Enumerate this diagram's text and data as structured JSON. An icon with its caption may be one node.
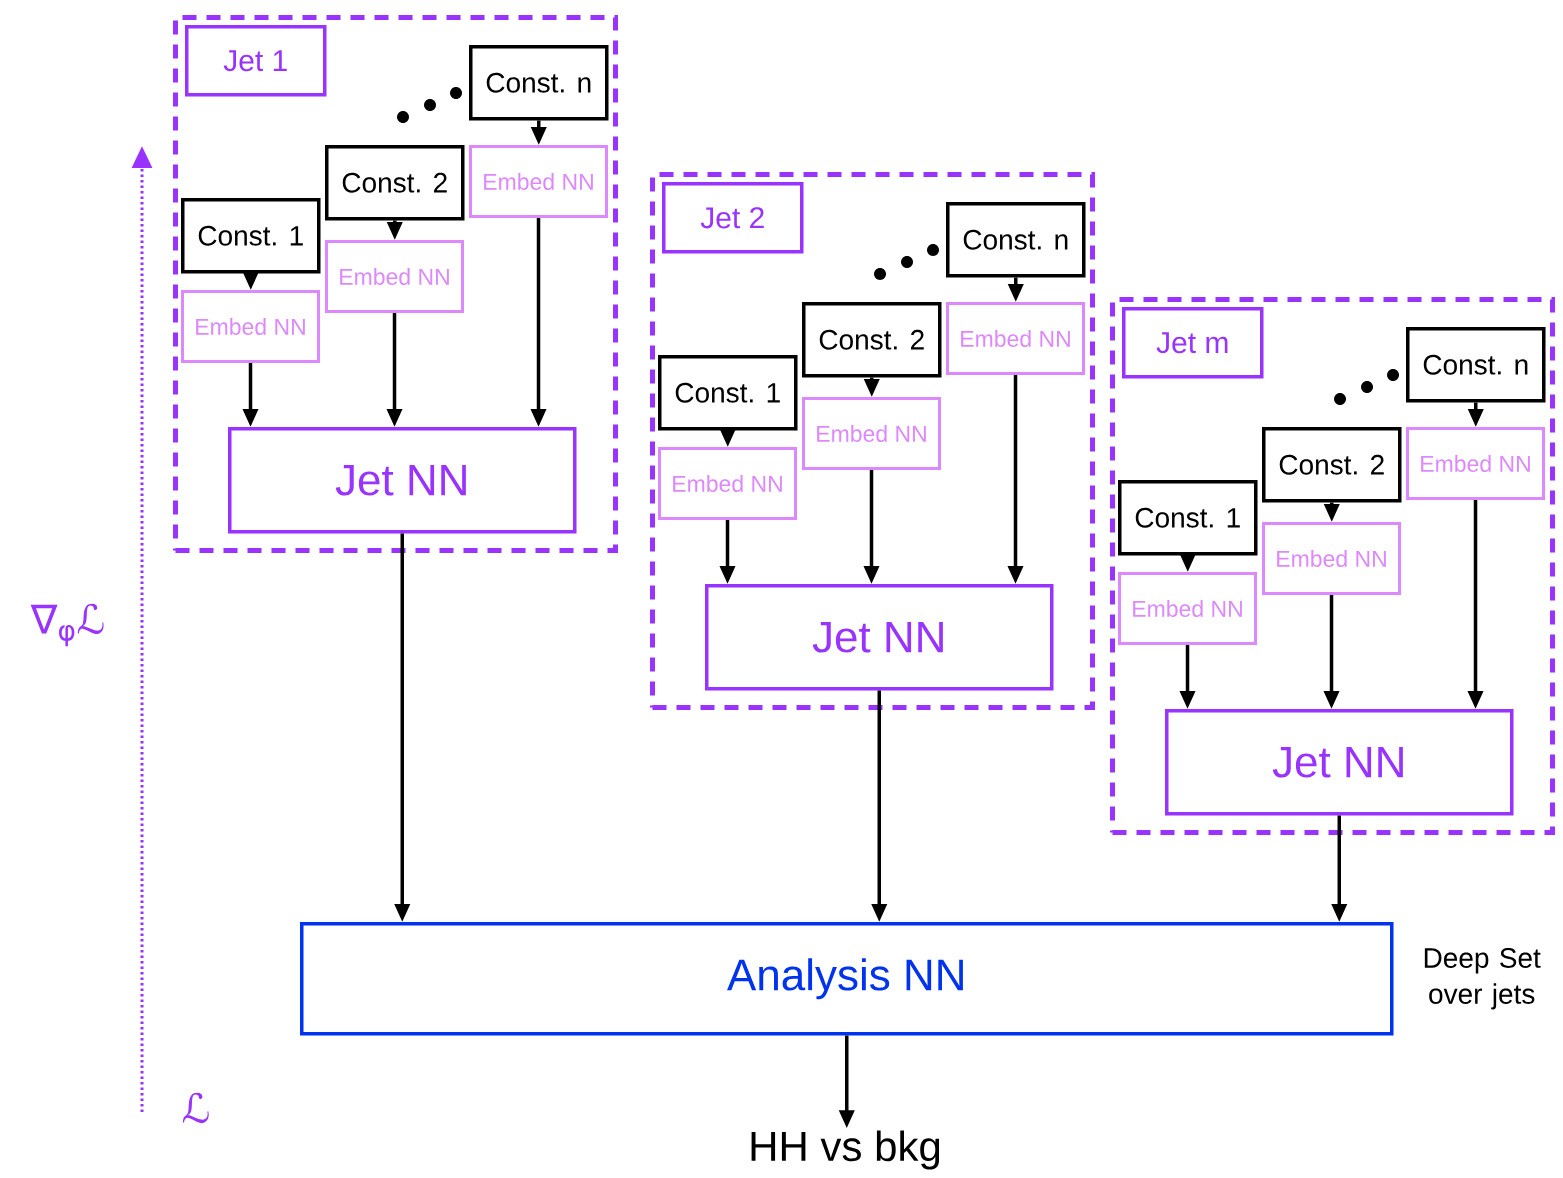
{
  "diagram": {
    "nodes": [
      {
        "text": [],
        "shape": "box"
      },
      {
        "text": [
          "Jet 1"
        ],
        "in": 0
      },
      {
        "text": [
          "Const. n"
        ],
        "in": 0
      },
      {
        "text": [
          "Embed NN"
        ],
        "in": 0
      },
      {
        "text": [
          "Const. 2"
        ],
        "in": 0
      },
      {
        "text": [
          "Embed NN"
        ],
        "in": 0
      },
      {
        "text": [
          "Const. 1"
        ],
        "in": 0
      },
      {
        "text": [
          "Embed NN"
        ],
        "in": 0
      },
      {
        "text": [
          "Jet NN"
        ],
        "in": 0
      },
      {
        "text": [],
        "shape": "box"
      },
      {
        "text": [
          "Jet 2"
        ],
        "in": 9
      },
      {
        "text": [
          "Const. n"
        ],
        "in": 9
      },
      {
        "text": [
          "Embed NN"
        ],
        "in": 9
      },
      {
        "text": [
          "Const. 2"
        ],
        "in": 9
      },
      {
        "text": [
          "Embed NN"
        ],
        "in": 9
      },
      {
        "text": [
          "Const. 1"
        ],
        "in": 9
      },
      {
        "text": [
          "Embed NN"
        ],
        "in": 9
      },
      {
        "text": [
          "Jet NN"
        ],
        "in": 9
      },
      {
        "text": [],
        "shape": "box"
      },
      {
        "text": [
          "Jet m"
        ],
        "in": 18
      },
      {
        "text": [
          "Const. n"
        ],
        "in": 18
      },
      {
        "text": [
          "Embed NN"
        ],
        "in": 18
      },
      {
        "text": [
          "Const. 2"
        ],
        "in": 18
      },
      {
        "text": [
          "Embed NN"
        ],
        "in": 18
      },
      {
        "text": [
          "Const. 1"
        ],
        "in": 18
      },
      {
        "text": [
          "Embed NN"
        ],
        "in": 18
      },
      {
        "text": [
          "Jet NN"
        ],
        "in": 18
      },
      {
        "text": [
          "Analysis NN"
        ],
        "beside": [
          "Deep Set over jets"
        ]
      },
      {
        "text": [
          "HH vs bkg"
        ]
      }
    ],
    "edges": [
      {
        "from": 2,
        "to": 3,
        "arrow": "to"
      },
      {
        "from": 4,
        "to": 5,
        "arrow": "to"
      },
      {
        "from": 6,
        "to": 7,
        "arrow": "to"
      },
      {
        "from": 3,
        "to": 8,
        "arrow": "to"
      },
      {
        "from": 5,
        "to": 8,
        "arrow": "to"
      },
      {
        "from": 7,
        "to": 8,
        "arrow": "to"
      },
      {
        "from": 11,
        "to": 12,
        "arrow": "to"
      },
      {
        "from": 13,
        "to": 14,
        "arrow": "to"
      },
      {
        "from": 15,
        "to": 16,
        "arrow": "to"
      },
      {
        "from": 12,
        "to": 17,
        "arrow": "to"
      },
      {
        "from": 14,
        "to": 17,
        "arrow": "to"
      },
      {
        "from": 16,
        "to": 17,
        "arrow": "to"
      },
      {
        "from": 20,
        "to": 21,
        "arrow": "to"
      },
      {
        "from": 22,
        "to": 23,
        "arrow": "to"
      },
      {
        "from": 24,
        "to": 25,
        "arrow": "to"
      },
      {
        "from": 21,
        "to": 26,
        "arrow": "to"
      },
      {
        "from": 23,
        "to": 26,
        "arrow": "to"
      },
      {
        "from": 25,
        "to": 26,
        "arrow": "to"
      },
      {
        "from": 8,
        "to": 27,
        "arrow": "to"
      },
      {
        "from": 17,
        "to": 27,
        "arrow": "to"
      },
      {
        "from": 26,
        "to": 27,
        "arrow": "to"
      },
      {
        "from": 27,
        "to": 28,
        "arrow": "to"
      }
    ],
    "labels": [
      "∇$_{φ}$ℒ",
      "ℒ"
    ]
  }
}
